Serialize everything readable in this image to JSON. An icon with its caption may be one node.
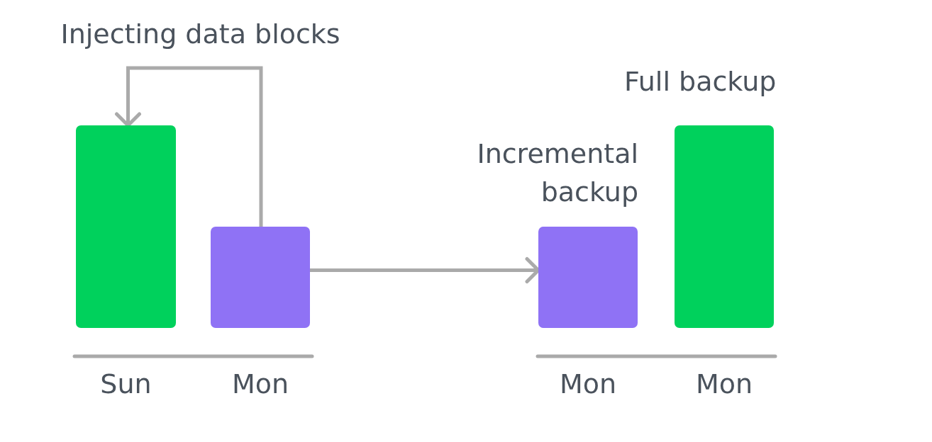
{
  "diagram": {
    "nodes": [
      {
        "text": [],
        "shape": "bar",
        "beside": [
          "Sun"
        ]
      },
      {
        "text": [],
        "shape": "bar",
        "beside": [
          "Mon"
        ]
      },
      {
        "text": [],
        "shape": "bar",
        "beside": [
          "Incremental backup",
          "Mon"
        ]
      },
      {
        "text": [],
        "shape": "bar",
        "beside": [
          "Full backup",
          "Mon"
        ]
      }
    ],
    "edges": [
      {
        "from": 1,
        "to": 0,
        "arrow": "to",
        "label": "Injecting data blocks"
      },
      {
        "from": 1,
        "to": 2,
        "arrow": "to"
      }
    ]
  }
}
